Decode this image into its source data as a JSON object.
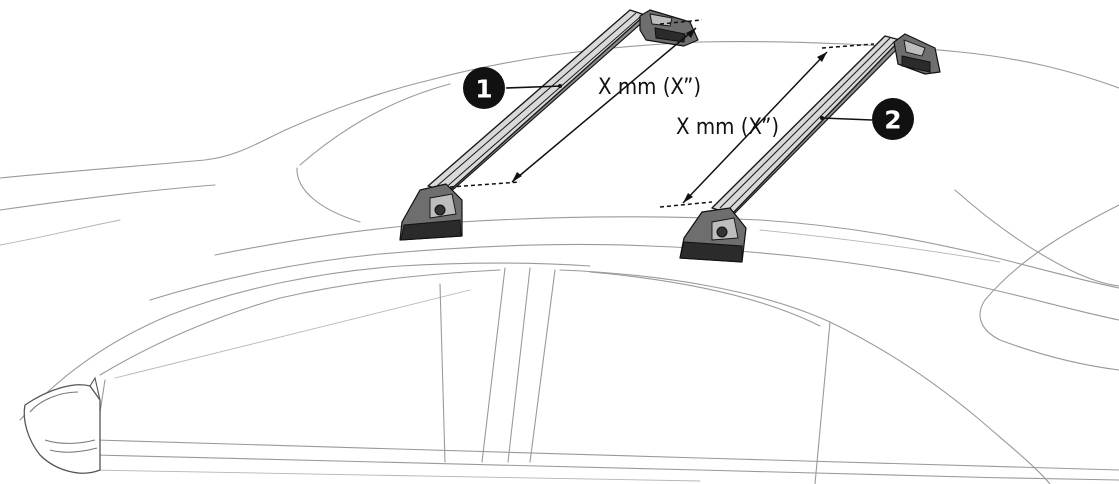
{
  "diagram": {
    "callouts": [
      {
        "label": "1"
      },
      {
        "label": "2"
      }
    ],
    "dimensions": [
      {
        "text": "X mm (X”)"
      },
      {
        "text": "X mm (X”)"
      }
    ]
  }
}
